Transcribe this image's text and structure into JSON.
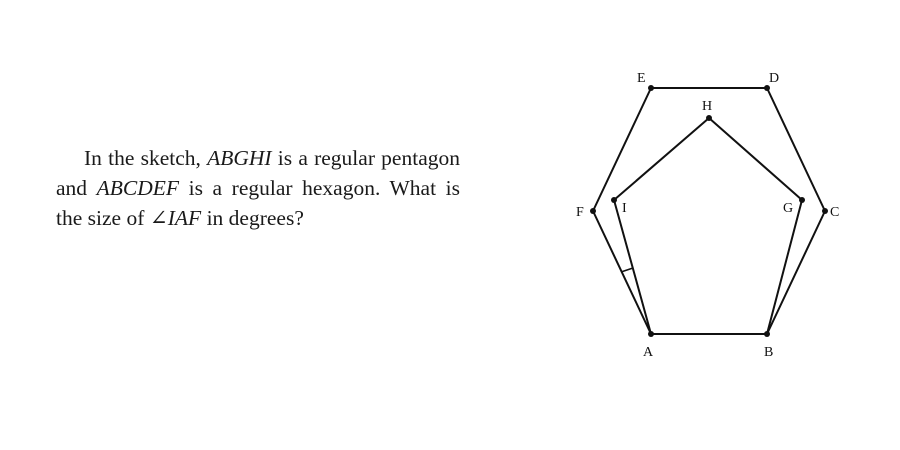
{
  "problem": {
    "text_1": "In the sketch, ",
    "pentagon": "ABGHI",
    "text_2": " is a regular pentagon and ",
    "hexagon": "ABCDEF",
    "text_3": " is a regular hexagon. What is the size of ",
    "angle": "∠IAF",
    "text_4": " in degrees?"
  },
  "figure": {
    "labels": {
      "A": "A",
      "B": "B",
      "C": "C",
      "D": "D",
      "E": "E",
      "F": "F",
      "G": "G",
      "H": "H",
      "I": "I"
    }
  }
}
